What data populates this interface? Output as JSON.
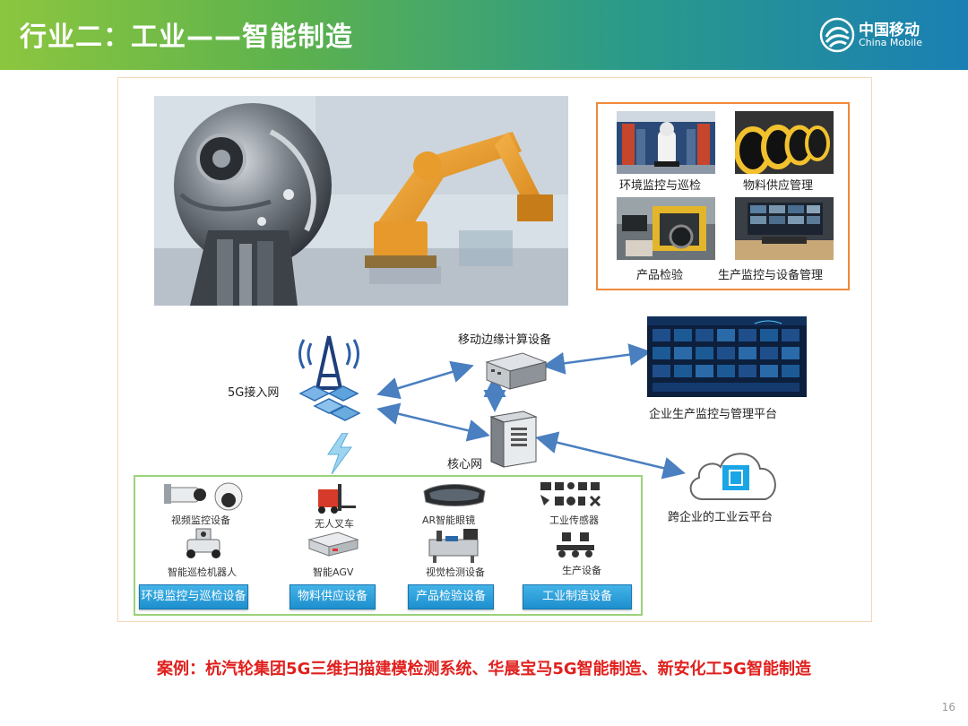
{
  "header": {
    "title": "行业二：工业——智能制造",
    "brand_cn": "中国移动",
    "brand_en": "China Mobile"
  },
  "applications": [
    {
      "label": "环境监控与巡检"
    },
    {
      "label": "物料供应管理"
    },
    {
      "label": "产品检验"
    },
    {
      "label": "生产监控与设备管理"
    }
  ],
  "network": {
    "access": "5G接入网",
    "edge": "移动边缘计算设备",
    "core": "核心网",
    "platform": "企业生产监控与管理平台",
    "cloud": "跨企业的工业云平台"
  },
  "devices": {
    "video": "视频监控设备",
    "robot": "智能巡检机器人",
    "forklift": "无人叉车",
    "agv": "智能AGV",
    "ar": "AR智能眼镜",
    "vision": "视觉检测设备",
    "sensor": "工业传感器",
    "production": "生产设备"
  },
  "categories": [
    {
      "label": "环境监控与巡检设备"
    },
    {
      "label": "物料供应设备"
    },
    {
      "label": "产品检验设备"
    },
    {
      "label": "工业制造设备"
    }
  ],
  "case_text": "案例：杭汽轮集团5G三维扫描建模检测系统、华晨宝马5G智能制造、新安化工5G智能制造",
  "page_number": "16",
  "colors": {
    "header_start": "#8cc63f",
    "header_end": "#1a7fb4",
    "apps_border": "#f0893a",
    "devices_border": "#9bd27a",
    "category_button": "#1d8fcd",
    "case_text": "#e0201e",
    "arrow": "#4a7fc0"
  }
}
